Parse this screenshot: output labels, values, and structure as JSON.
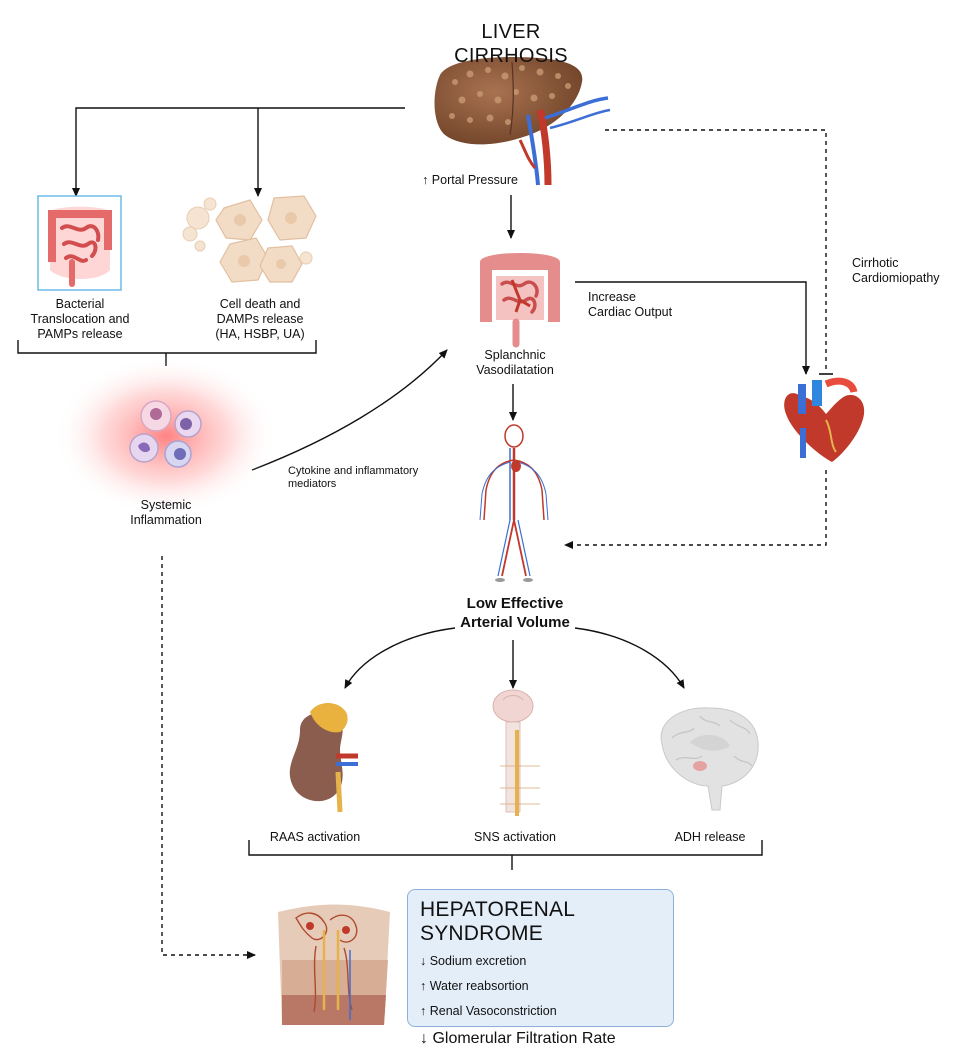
{
  "title": {
    "line1": "LIVER",
    "line2": "CIRRHOSIS"
  },
  "labels": {
    "portal_pressure": "↑ Portal Pressure",
    "bacterial": [
      "Bacterial",
      "Translocation and",
      "PAMPs release"
    ],
    "cell_death": [
      "Cell death and",
      "DAMPs release",
      "(HA, HSBP, UA)"
    ],
    "splanchnic": [
      "Splanchnic",
      "Vasodilatation"
    ],
    "cardiac_output": [
      "Increase",
      "Cardiac Output"
    ],
    "cardiomyopathy": [
      "Cirrhotic",
      "Cardiomiopathy"
    ],
    "systemic": [
      "Systemic",
      "Inflammation"
    ],
    "cytokine": [
      "Cytokine and inflammatory",
      "mediators"
    ],
    "low_volume": [
      "Low Effective",
      "Arterial Volume"
    ],
    "raas": "RAAS activation",
    "sns": "SNS activation",
    "adh": "ADH release"
  },
  "hrs": {
    "title": "HEPATORENAL SYNDROME",
    "items": [
      "↓ Sodium excretion",
      "↑ Water reabsortion",
      "↑ Renal Vasoconstriction"
    ],
    "main": "↓ Glomerular Filtration Rate"
  },
  "colors": {
    "liver": "#8a5a3c",
    "intestine": "#e88a8a",
    "inflammation_glow": "#ff6b6b",
    "heart": "#c0392b",
    "vessel_red": "#c0392b",
    "vessel_blue": "#3b6fd6",
    "hrs_box_fill": "#e4eef9",
    "hrs_box_border": "#8fb1d9"
  },
  "icons": [
    "liver-icon",
    "intestine-icon",
    "damaged-cells-icon",
    "splanchnic-intestine-icon",
    "heart-icon",
    "immune-cells-icon",
    "circulatory-system-icon",
    "kidney-icon",
    "spinal-cord-icon",
    "brain-icon",
    "nephron-icon"
  ]
}
